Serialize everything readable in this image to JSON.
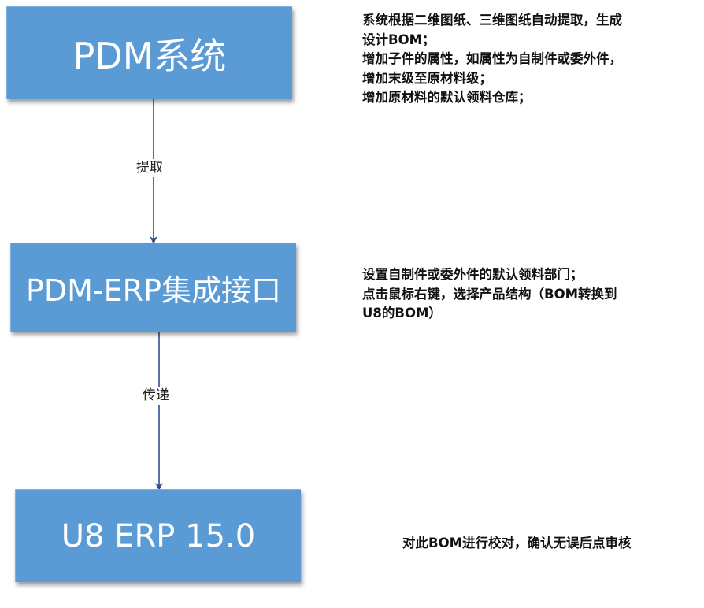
{
  "nodes": {
    "pdm": "PDM系统",
    "interface": "PDM-ERP集成接口",
    "u8": "U8 ERP 15.0"
  },
  "edges": {
    "extract": "提取",
    "transfer": "传递"
  },
  "notes": {
    "pdm": [
      "系统根据二维图纸、三维图纸自动提取，生成",
      "设计BOM；",
      "增加子件的属性，如属性为自制件或委外件，",
      "增加末级至原材料级；",
      "增加原材料的默认领料仓库；"
    ],
    "interface": [
      "设置自制件或委外件的默认领料部门；",
      "点击鼠标右键，选择产品结构（BOM转换到",
      "U8的BOM）"
    ],
    "u8": "对此BOM进行校对，确认无误后点审核"
  },
  "colors": {
    "box_fill": "#5b9bd5",
    "box_text": "#ffffff",
    "connector": "#2f4f8f"
  }
}
